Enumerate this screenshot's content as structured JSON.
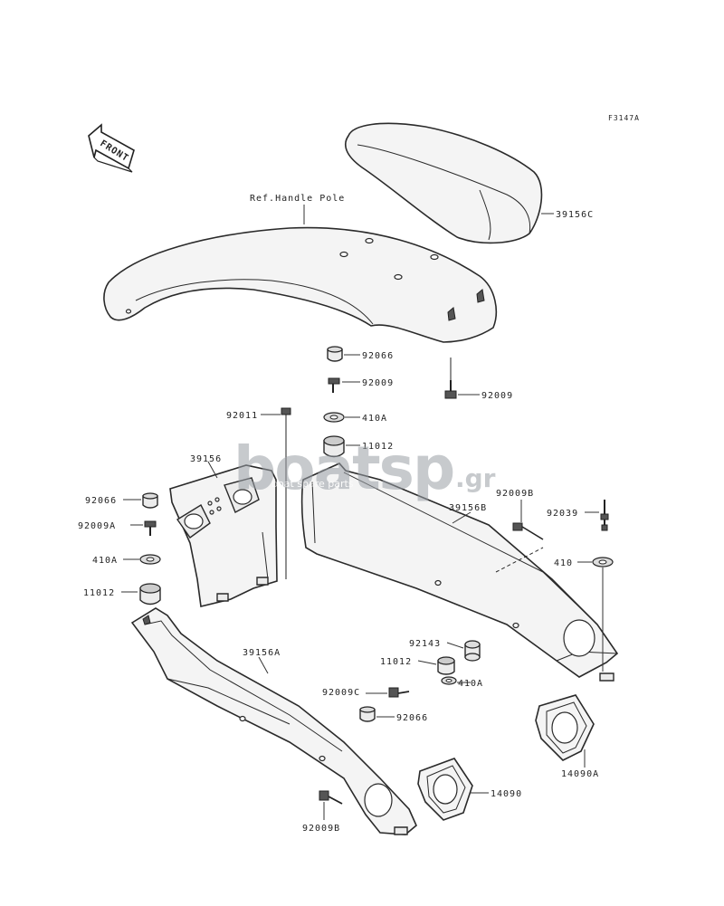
{
  "figure": {
    "code": "F3147A",
    "front_label": "FRONT",
    "ref_note": "Ref.Handle Pole"
  },
  "watermark": {
    "brand": "boatsp",
    "suffix": ".gr",
    "tagline": "boat spare parts"
  },
  "parts": {
    "p39156C": "39156C",
    "p92066_top": "92066",
    "p92009_top": "92009",
    "p92009_right": "92009",
    "p92011": "92011",
    "p410A_top": "410A",
    "p11012_top": "11012",
    "p39156": "39156",
    "p92066_left": "92066",
    "p92009A": "92009A",
    "p410A_left": "410A",
    "p11012_left": "11012",
    "p39156B": "39156B",
    "p92009B_top": "92009B",
    "p92039": "92039",
    "p410": "410",
    "p92143": "92143",
    "p11012_mid": "11012",
    "p410A_mid": "410A",
    "p39156A": "39156A",
    "p92009C": "92009C",
    "p92066_mid": "92066",
    "p14090A": "14090A",
    "p14090": "14090",
    "p92009B_bottom": "92009B"
  }
}
